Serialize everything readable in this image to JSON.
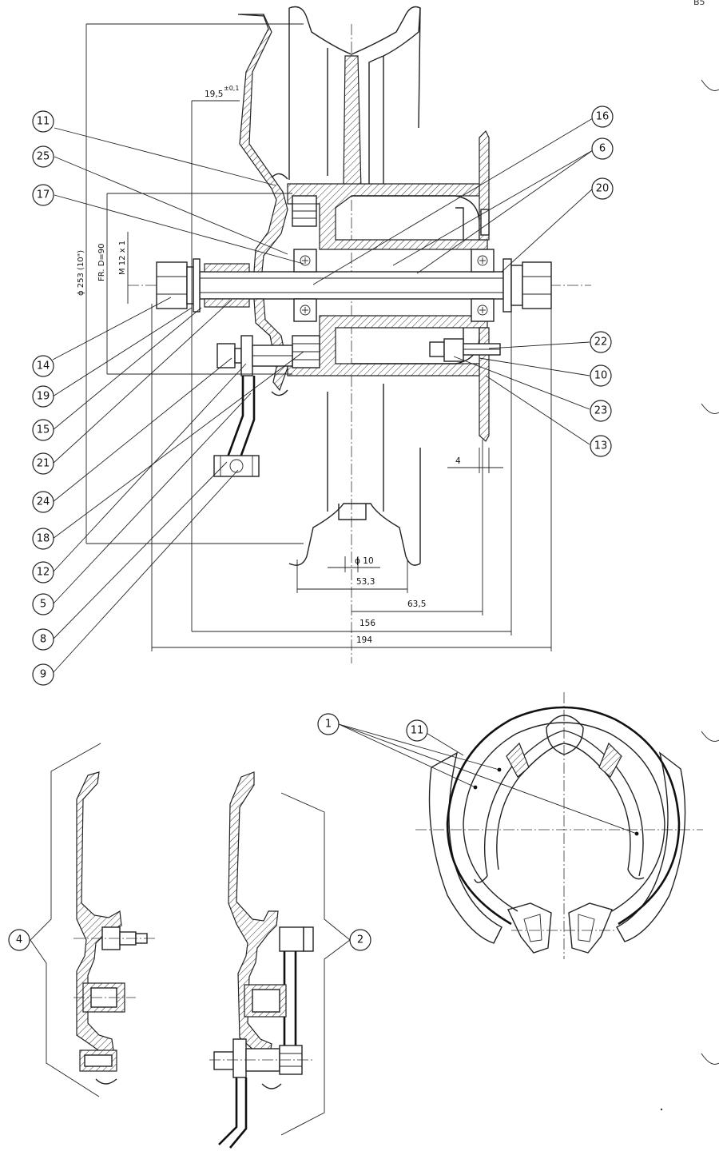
{
  "page_mark": "B5",
  "callouts": {
    "c11": "11",
    "c25": "25",
    "c17": "17",
    "c14": "14",
    "c19": "19",
    "c15": "15",
    "c21": "21",
    "c24": "24",
    "c18": "18",
    "c12": "12",
    "c5": "5",
    "c8": "8",
    "c9": "9",
    "c16": "16",
    "c6": "6",
    "c20": "20",
    "c22": "22",
    "c10": "10",
    "c23": "23",
    "c13": "13",
    "c4": "4",
    "c2": "2",
    "c1": "1",
    "c11b": "11"
  },
  "dimensions": {
    "rim_dia": "ϕ 253 (10\")",
    "brake_dia": "FR. D=90",
    "thread": "M 12 x 1",
    "offset": "19,5",
    "offset_tol": "±0,1",
    "hub_bore": "ϕ 10",
    "d53": "53,3",
    "d63": "63,5",
    "d156": "156",
    "d194": "194",
    "d4": "4"
  }
}
